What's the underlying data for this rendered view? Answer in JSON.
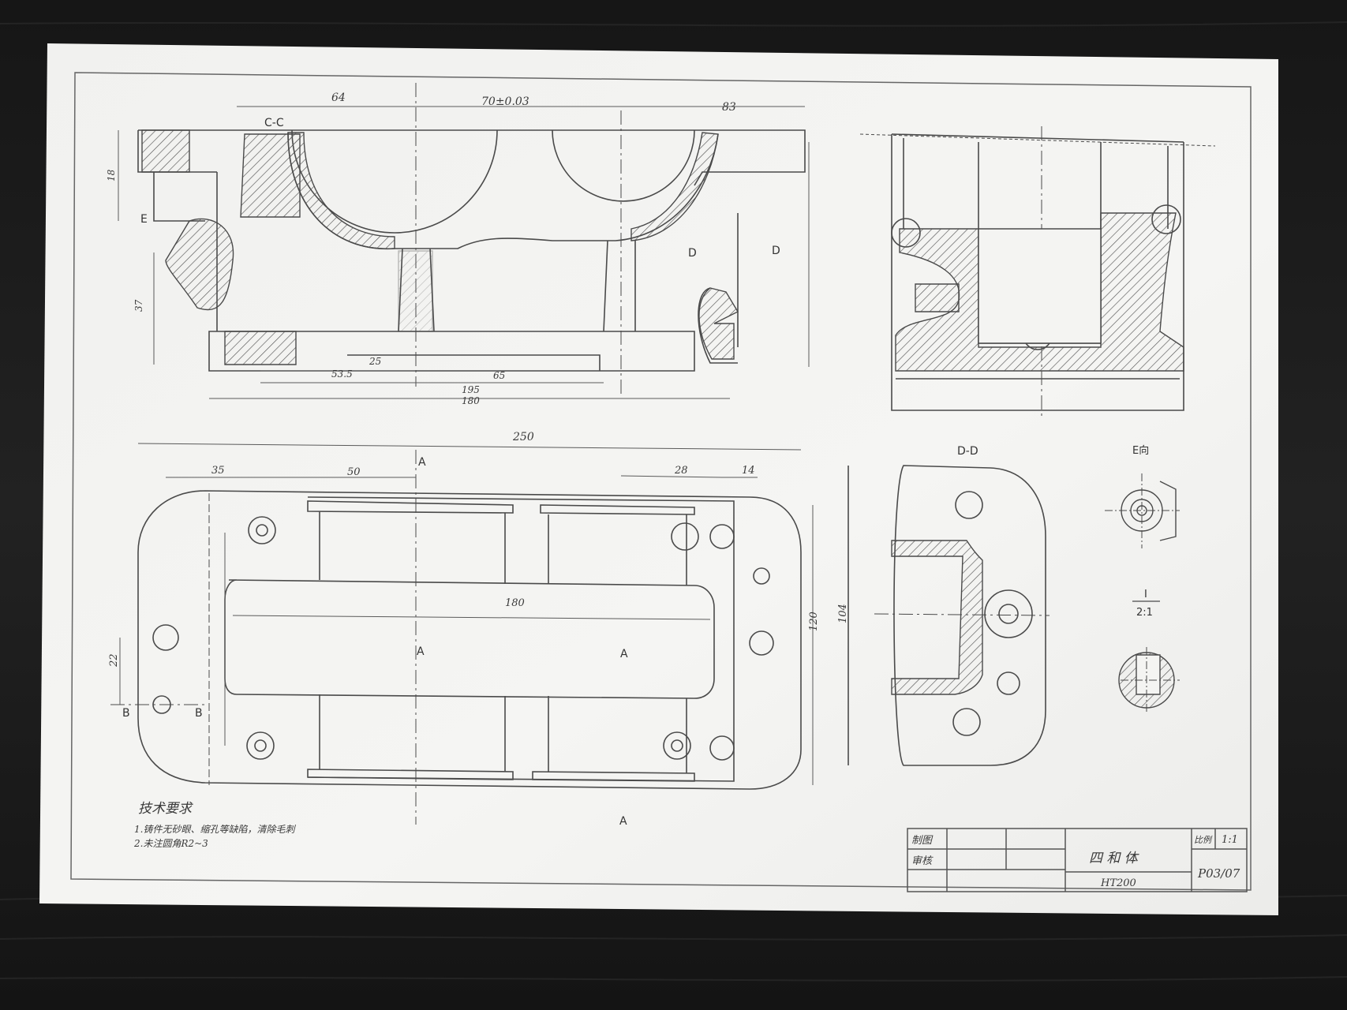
{
  "photo": {
    "background": "#1c1c1c",
    "paper_color": "#f4f4f2",
    "ink_color": "#4a4a4a"
  },
  "drawing": {
    "dims": {
      "d64": "64",
      "d70": "70±0.03",
      "d83": "83",
      "d250": "250",
      "d35": "35",
      "d50": "50",
      "d28": "28",
      "d14": "14",
      "d180": "180",
      "d22": "22",
      "d104": "104",
      "d120": "120",
      "d195": "195",
      "d65": "65",
      "d53": "53.5",
      "d25": "25",
      "d37": "37",
      "d18": "18"
    },
    "section_labels": {
      "cc": "C-C",
      "dd": "D-D",
      "e_view": "E向",
      "detail_i": "I",
      "detail_scale": "2:1",
      "a1": "A",
      "a2": "A",
      "a3": "A",
      "a4": "A",
      "b1": "B",
      "b2": "B",
      "d1": "D",
      "d2": "D",
      "e": "E"
    },
    "notes": {
      "title": "技术要求",
      "line1": "1.铸件无砂眼、缩孔等缺陷，清除毛刺",
      "line2": "2.未注圆角R2~3"
    },
    "title_block": {
      "made_by": "制图",
      "checked_by": "审核",
      "part_name": "四 和 体",
      "material": "HT200",
      "scale_label": "比例",
      "scale_value": "1:1",
      "sheet_no": "P03/07"
    }
  }
}
